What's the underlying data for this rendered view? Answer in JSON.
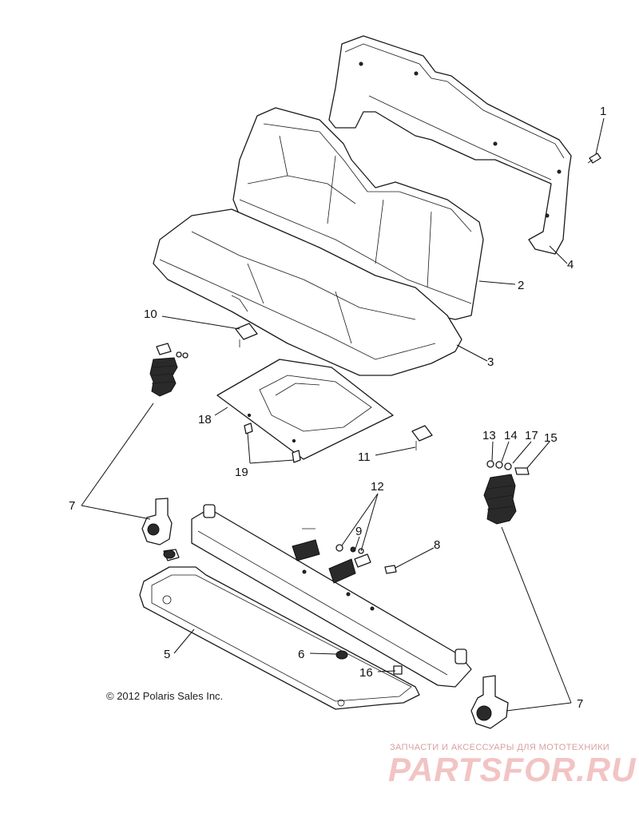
{
  "copyright": "© 2012 Polaris Sales Inc.",
  "watermark": {
    "subtitle": "ЗАПЧАСТИ И АКСЕССУАРЫ ДЛЯ МОТОТЕХНИКИ",
    "brand": "PARTSFOR.RU"
  },
  "callouts": {
    "c1": "1",
    "c2": "2",
    "c3": "3",
    "c4": "4",
    "c5": "5",
    "c6": "6",
    "c7a": "7",
    "c7b": "7",
    "c8": "8",
    "c9": "9",
    "c10": "10",
    "c11": "11",
    "c12": "12",
    "c13": "13",
    "c14": "14",
    "c15": "15",
    "c16": "16",
    "c17": "17",
    "c18": "18",
    "c19": "19"
  },
  "colors": {
    "line": "#1a1a1a",
    "watermark": "#f2c4c4"
  }
}
